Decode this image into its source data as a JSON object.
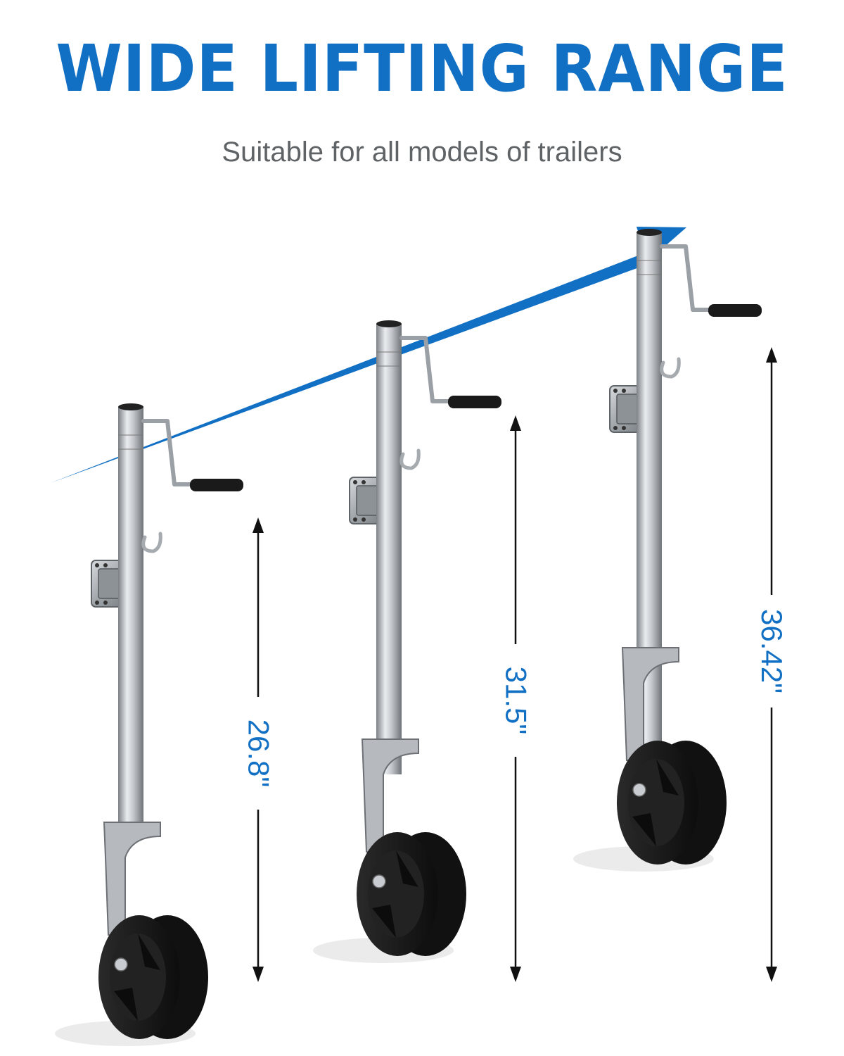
{
  "headline": "WIDE LIFTING RANGE",
  "subheadline": "Suitable for all models of trailers",
  "heights": [
    {
      "label": "26.8\"",
      "value_in": 26.8
    },
    {
      "label": "31.5\"",
      "value_in": 31.5
    },
    {
      "label": "36.42\"",
      "value_in": 36.42
    }
  ],
  "colors": {
    "brand_blue": "#1170c4",
    "subtitle_gray": "#5f6366",
    "steel": "#b8bcc0",
    "wheel": "#1b1b1b",
    "dimension_line": "#111111"
  },
  "icons": [
    "trend-arrow-icon",
    "trailer-jack-icon",
    "dimension-arrow-icon"
  ]
}
